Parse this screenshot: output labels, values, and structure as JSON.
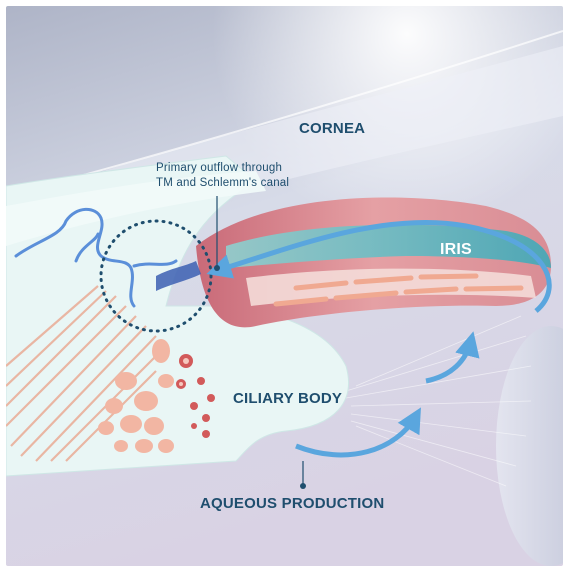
{
  "labels": {
    "cornea": "CORNEA",
    "iris": "IRIS",
    "ciliary_body": "CILIARY BODY",
    "aqueous_production": "AQUEOUS PRODUCTION",
    "primary_outflow_line1": "Primary outflow through",
    "primary_outflow_line2": "TM and Schlemm's canal"
  },
  "colors": {
    "background": "#d4d8e6",
    "tissue": "#e8f6f6",
    "iris_pink": "#d97a84",
    "accent_arrow": "#5aa6de",
    "label_text": "#1f4e6e",
    "nucleus_fill": "#f2b6a3"
  }
}
